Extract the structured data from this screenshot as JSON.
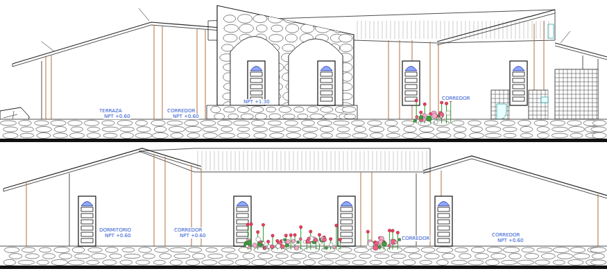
{
  "diagram": {
    "labels": [
      "TERRAZA",
      "NPT +0.60",
      "CORREDOR",
      "NPT +0.60",
      "NPT +1.30",
      "CORREDOR",
      "DORMITORIO",
      "NPT +0.60",
      "CORREDOR",
      "NPT +0.60",
      "CORREDOR",
      "CORREDOR",
      "NPT +0.60"
    ]
  }
}
